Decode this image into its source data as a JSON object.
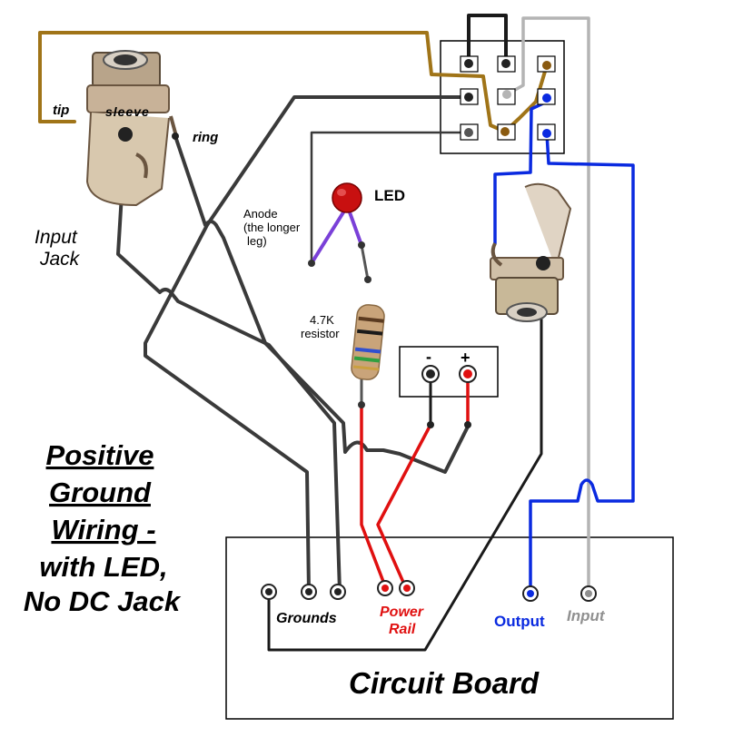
{
  "labels": {
    "tip": "tip",
    "sleeve": "sleeve",
    "ring": "ring",
    "input_jack_line1": "Input",
    "input_jack_line2": "Jack",
    "anode_line1": "Anode",
    "anode_line2": "(the longer",
    "anode_line3": "leg)",
    "led": "LED",
    "resistor_line1": "4.7K",
    "resistor_line2": "resistor",
    "battery_minus": "-",
    "battery_plus": "+",
    "title_line1": "Positive",
    "title_line2": "Ground",
    "title_line3": "Wiring -",
    "title_line4": "with LED,",
    "title_line5": "No DC Jack",
    "grounds": "Grounds",
    "power_line1": "Power",
    "power_line2": "Rail",
    "output": "Output",
    "input": "Input",
    "circuit_board": "Circuit Board"
  },
  "colors": {
    "wire_black": "#3a3a3a",
    "wire_brown": "#a07418",
    "wire_gray": "#b4b4b4",
    "wire_blue": "#0a2ae0",
    "wire_red": "#e01010",
    "wire_purple": "#7a40d8",
    "led_red": "#c81010",
    "power_label": "#e01010",
    "output_label": "#0a2ae0",
    "input_label": "#909090"
  }
}
